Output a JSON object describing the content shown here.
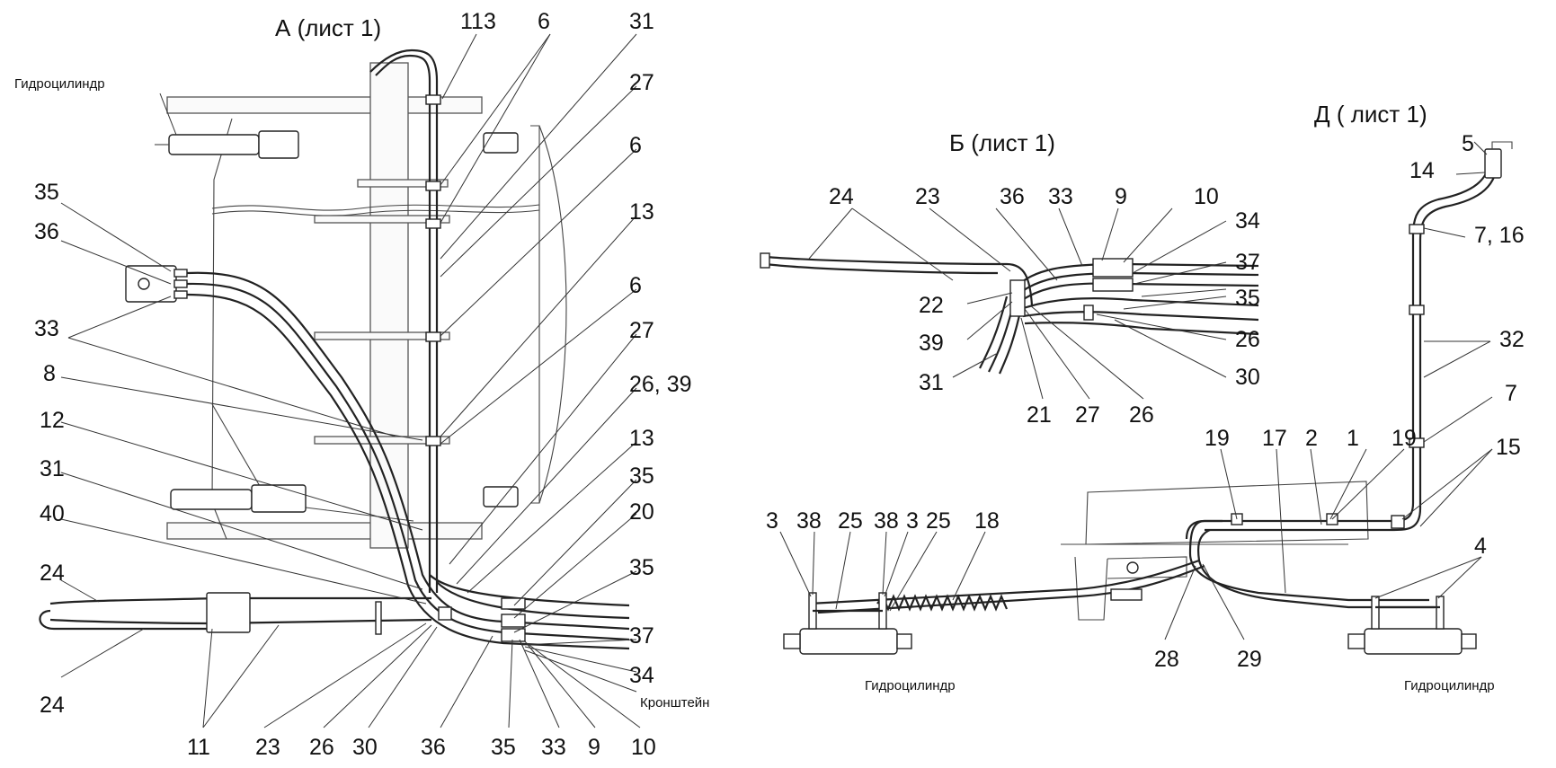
{
  "views": {
    "a": {
      "title": "А (лист 1)",
      "notes": {
        "cylinder": "Гидроцилиндр",
        "bracket": "Кронштейн"
      },
      "labels": {
        "l113": "113",
        "l6a": "6",
        "l31a": "31",
        "l27a": "27",
        "l6b": "6",
        "l13a": "13",
        "l6c": "6",
        "l27b": "27",
        "l26_39": "26, 39",
        "l35a": "35",
        "l36a": "36",
        "l33a": "33",
        "l8": "8",
        "l12": "12",
        "l31b": "31",
        "l40": "40",
        "l24a": "24",
        "l24b": "24",
        "l13b": "13",
        "l35b": "35",
        "l20": "20",
        "l35c": "35",
        "l37": "37",
        "l34": "34",
        "b11": "11",
        "b23": "23",
        "b26": "26",
        "b30": "30",
        "b36": "36",
        "b35": "35",
        "b33": "33",
        "b9": "9",
        "b10": "10"
      }
    },
    "b": {
      "title": "Б (лист 1)",
      "labels": {
        "l24": "24",
        "l23": "23",
        "l36": "36",
        "l33": "33",
        "l9": "9",
        "l10": "10",
        "l34": "34",
        "l37": "37",
        "l35": "35",
        "l26r": "26",
        "l30": "30",
        "l22": "22",
        "l39": "39",
        "l31": "31",
        "l21": "21",
        "l27": "27",
        "l26b": "26"
      }
    },
    "d": {
      "title": "Д ( лист 1)",
      "labels": {
        "l5": "5",
        "l14": "14",
        "l7_16": "7, 16",
        "l32": "32",
        "l7": "7",
        "l15": "15"
      }
    },
    "bottom": {
      "notes": {
        "cylinder_left": "Гидроцилиндр",
        "cylinder_right": "Гидроцилиндр"
      },
      "labels": {
        "l3a": "3",
        "l38a": "38",
        "l25a": "25",
        "l38b": "38",
        "l3b": "3",
        "l25b": "25",
        "l18": "18",
        "l19a": "19",
        "l17": "17",
        "l2": "2",
        "l1": "1",
        "l19b": "19",
        "l4": "4",
        "l28": "28",
        "l29": "29"
      }
    }
  }
}
